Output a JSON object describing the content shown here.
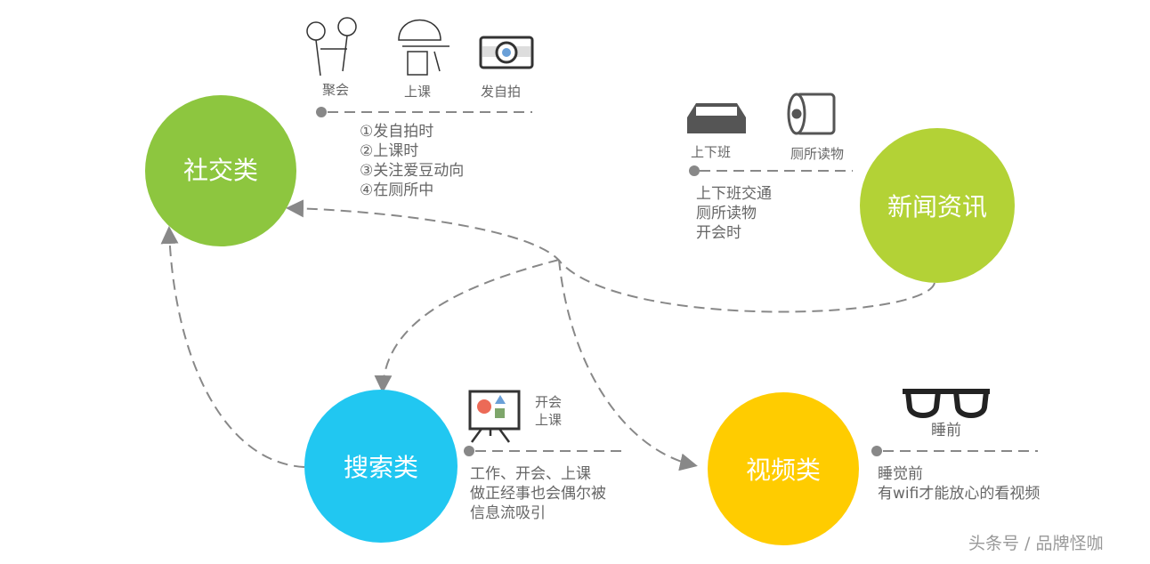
{
  "colors": {
    "social": "#8dc63f",
    "news": "#b3d236",
    "search": "#21c7f1",
    "video": "#ffcc00",
    "line": "#888888"
  },
  "nodes": {
    "social": {
      "label": "社交类"
    },
    "news": {
      "label": "新闻资讯"
    },
    "search": {
      "label": "搜索类"
    },
    "video": {
      "label": "视频类"
    }
  },
  "social_panel": {
    "icons": [
      "聚会",
      "上课",
      "发自拍"
    ],
    "lines": [
      "①发自拍时",
      "②上课时",
      "③关注爱豆动向",
      "④在厕所中"
    ]
  },
  "news_panel": {
    "icons": [
      "上下班",
      "厕所读物"
    ],
    "lines": [
      "上下班交通",
      "厕所读物",
      "开会时"
    ]
  },
  "search_panel": {
    "icon_lines": [
      "开会",
      "上课"
    ],
    "lines": [
      "工作、开会、上课",
      "做正经事也会偶尔被",
      "信息流吸引"
    ]
  },
  "video_panel": {
    "icon_label": "睡前",
    "lines": [
      "睡觉前",
      "有wifi才能放心的看视频"
    ]
  },
  "watermark": "头条号 / 品牌怪咖"
}
